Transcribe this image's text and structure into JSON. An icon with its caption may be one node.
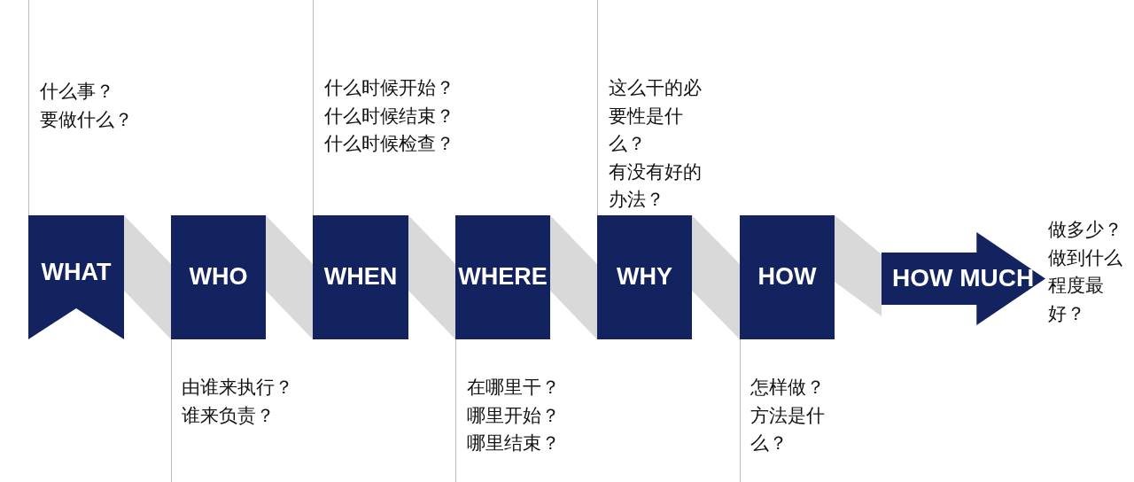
{
  "diagram": {
    "nodes": [
      {
        "text": [
          "WHAT"
        ],
        "beside": [
          "什么事？",
          "要做什么？"
        ]
      },
      {
        "text": [
          "WHO"
        ],
        "beside": [
          "由谁来执行？",
          "谁来负责？"
        ]
      },
      {
        "text": [
          "WHEN"
        ],
        "beside": [
          "什么时候开始？",
          "什么时候结束？",
          "什么时候检查？"
        ]
      },
      {
        "text": [
          "WHERE"
        ],
        "beside": [
          "在哪里干？",
          "哪里开始？",
          "哪里结束？"
        ]
      },
      {
        "text": [
          "WHY"
        ],
        "beside": [
          "这么干的必要性是什么？",
          "有没有好的办法？"
        ]
      },
      {
        "text": [
          "HOW"
        ],
        "beside": [
          "怎样做？",
          "方法是什么？"
        ]
      },
      {
        "text": [
          "HOW MUCH"
        ],
        "beside": [
          "做多少？",
          "做到什么程度最好？"
        ]
      }
    ],
    "edges": [
      {
        "from": 0,
        "to": 1,
        "arrow": "none"
      },
      {
        "from": 1,
        "to": 2,
        "arrow": "none"
      },
      {
        "from": 2,
        "to": 3,
        "arrow": "none"
      },
      {
        "from": 3,
        "to": 4,
        "arrow": "none"
      },
      {
        "from": 4,
        "to": 5,
        "arrow": "none"
      },
      {
        "from": 5,
        "to": 6,
        "arrow": "none"
      }
    ]
  }
}
